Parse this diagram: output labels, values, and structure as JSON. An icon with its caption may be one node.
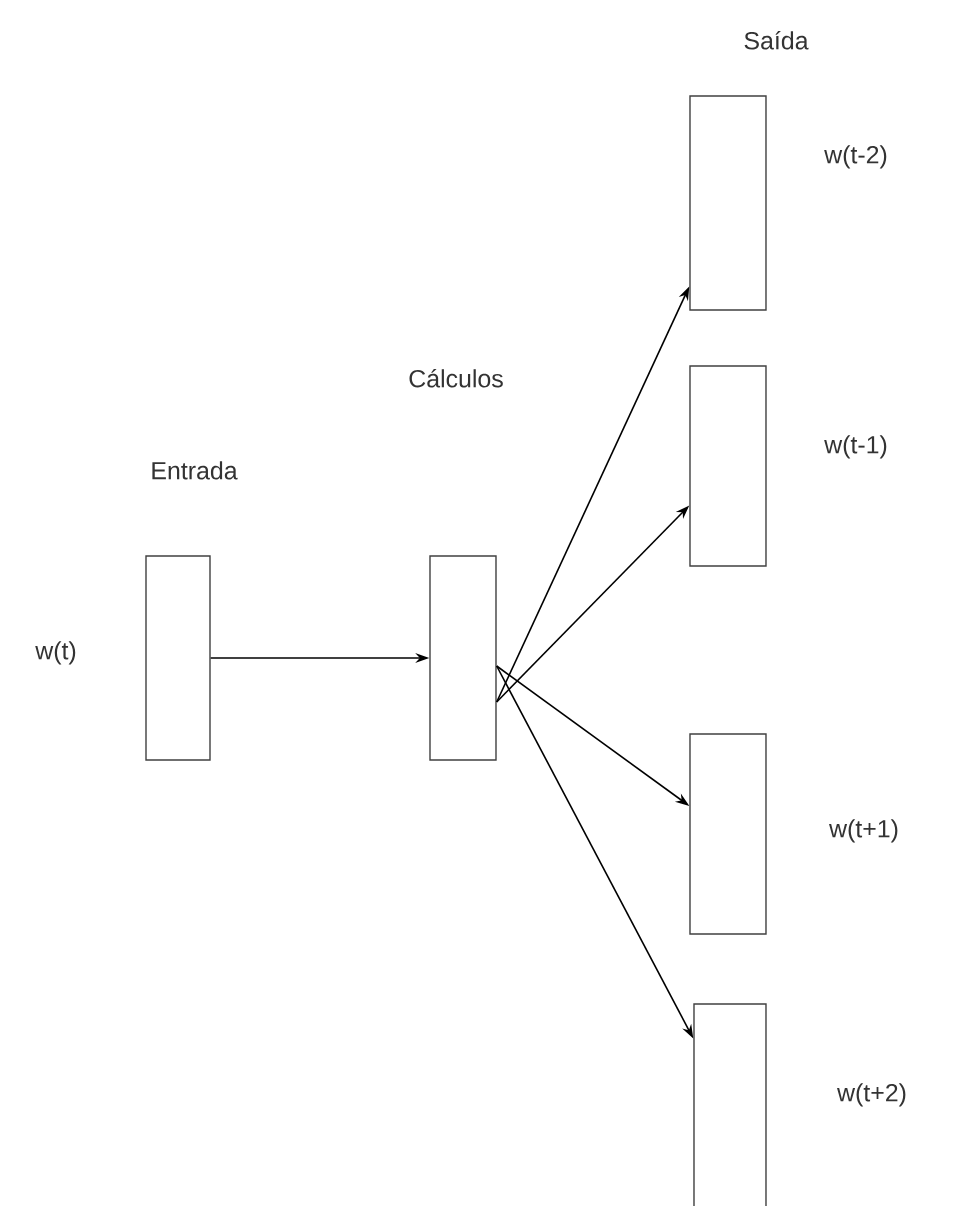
{
  "diagram": {
    "nodes": [
      {
        "text": [
          "Entrada"
        ],
        "beside": [
          "w(t)"
        ]
      },
      {
        "text": [],
        "shape": "box"
      },
      {
        "text": [
          "Saída"
        ],
        "beside": [
          "w(t-2)"
        ]
      },
      {
        "text": [],
        "beside": [
          "w(t-1)"
        ],
        "shape": "box"
      },
      {
        "text": [],
        "beside": [
          "w(t+1)"
        ],
        "shape": "box"
      },
      {
        "text": [],
        "beside": [
          "w(t+2)"
        ],
        "shape": "box"
      }
    ],
    "edges": [
      {
        "from": 0,
        "to": 1,
        "arrow": "to"
      },
      {
        "from": 1,
        "to": 2,
        "arrow": "to"
      },
      {
        "from": 1,
        "to": 3,
        "arrow": "to"
      },
      {
        "from": 1,
        "to": 4,
        "arrow": "to"
      },
      {
        "from": 1,
        "to": 5,
        "arrow": "to"
      }
    ],
    "labels": [
      "Cálculos"
    ]
  }
}
